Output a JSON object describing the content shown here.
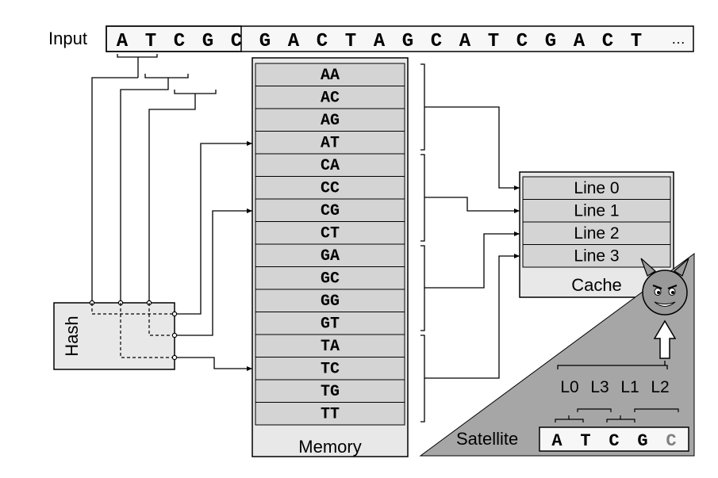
{
  "input": {
    "label": "Input",
    "sequence": [
      "A",
      "T",
      "C",
      "G",
      "C",
      "G",
      "A",
      "C",
      "T",
      "A",
      "G",
      "C",
      "A",
      "T",
      "C",
      "G",
      "A",
      "C",
      "T"
    ],
    "ellipsis": "…"
  },
  "hash": {
    "label": "Hash"
  },
  "memory": {
    "label": "Memory",
    "rows": [
      "AA",
      "AC",
      "AG",
      "AT",
      "CA",
      "CC",
      "CG",
      "CT",
      "GA",
      "GC",
      "GG",
      "GT",
      "TA",
      "TC",
      "TG",
      "TT"
    ]
  },
  "cache": {
    "label": "Cache",
    "lines": [
      "Line 0",
      "Line 1",
      "Line 2",
      "Line 3"
    ]
  },
  "satellite": {
    "label": "Satellite",
    "sequence": [
      "A",
      "T",
      "C",
      "G",
      "C"
    ],
    "line_order": [
      "L0",
      "L3",
      "L1",
      "L2"
    ]
  },
  "colors": {
    "cell_fill": "#d4d4d4",
    "panel_fill": "#e8e8e8",
    "triangle_fill": "#a6a6a6",
    "attacker_face": "#999999",
    "stroke": "#000000",
    "faded_letter": "#808080"
  },
  "icons": {
    "attacker": "devil-face-icon",
    "up_arrow": "up-arrow-icon"
  }
}
